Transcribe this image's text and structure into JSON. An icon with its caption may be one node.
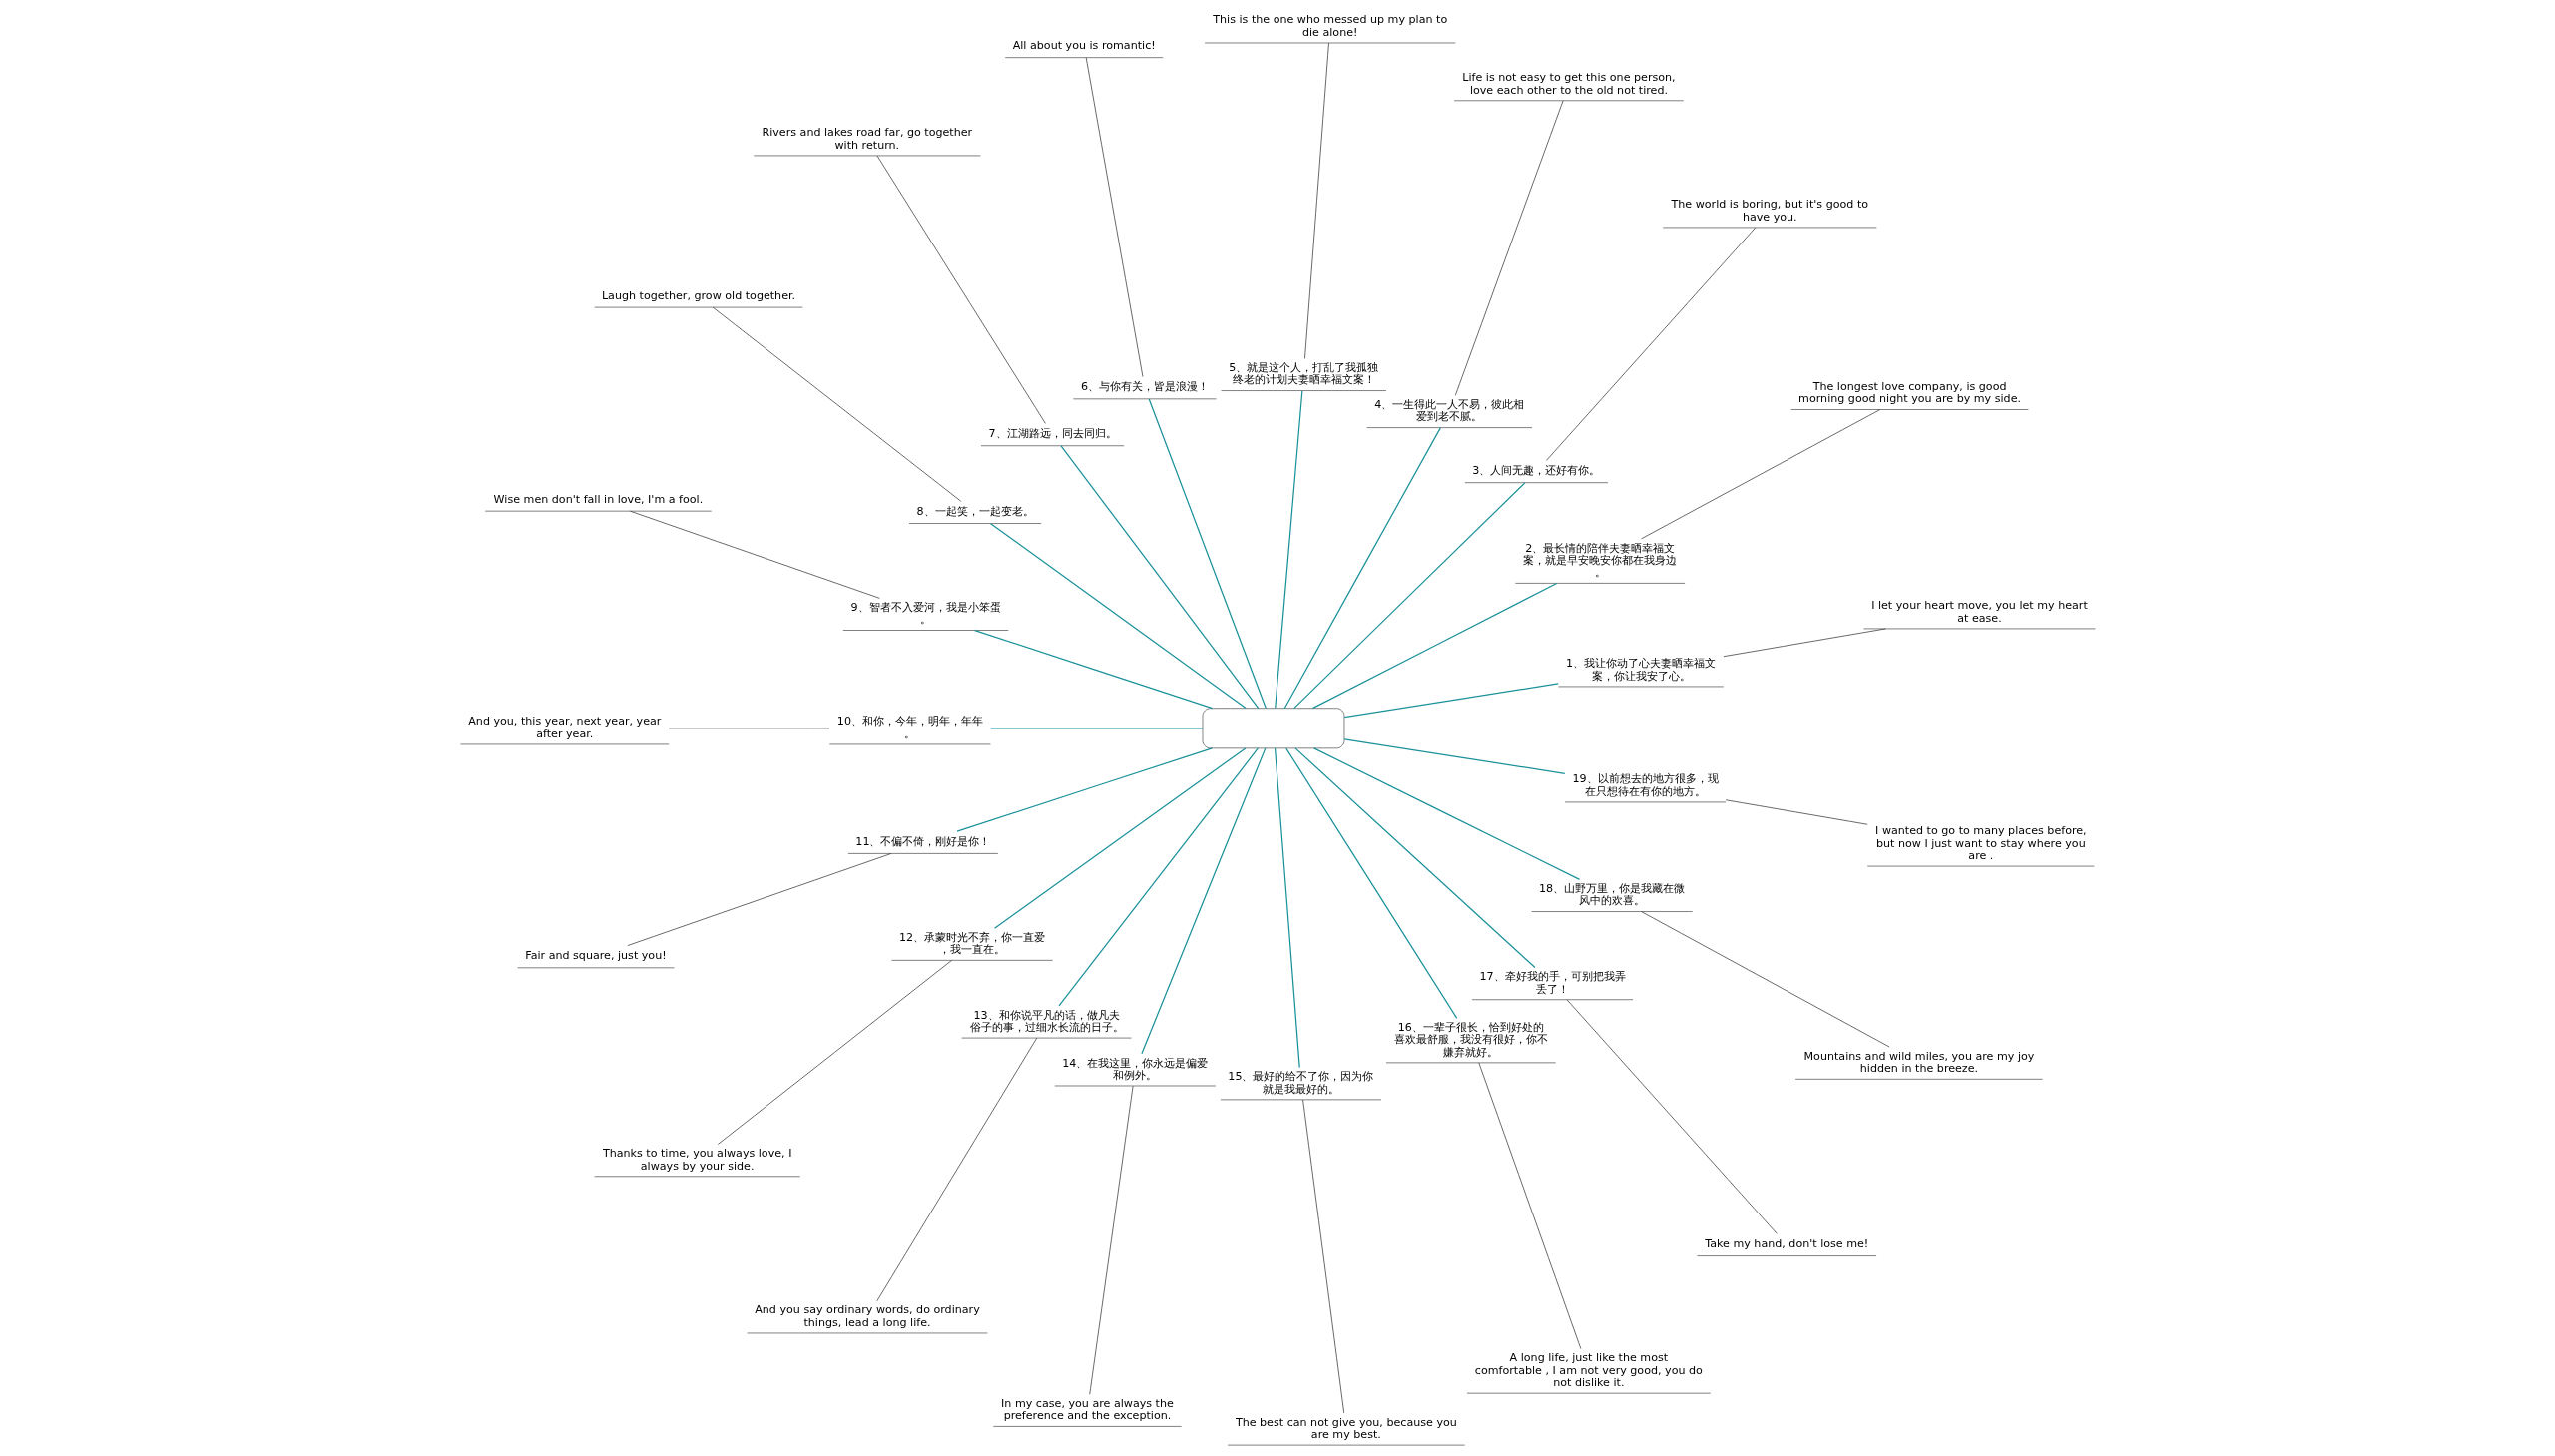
{
  "diagram": {
    "nodes": [
      {
        "text": [],
        "shape": "box"
      },
      {
        "text": [
          "1、我让你动了心夫妻晒幸福文案，你让我安了心。"
        ]
      },
      {
        "text": [
          "I let your heart move, you let my heart at ease."
        ]
      },
      {
        "text": [
          "2、最长情的陪伴夫妻晒幸福文案，就是早安晚安你都在我身边。"
        ]
      },
      {
        "text": [
          "The longest love company, is good morning good night you are by my side."
        ]
      },
      {
        "text": [
          "3、人间无趣，还好有你。"
        ]
      },
      {
        "text": [
          "The world is boring, but it's good to have you."
        ]
      },
      {
        "text": [
          "4、一生得此一人不易，彼此相爱到老不腻。"
        ]
      },
      {
        "text": [
          "Life is not easy to get this one person, love each other to the old not tired."
        ]
      },
      {
        "text": [
          "5、就是这个人，打乱了我孤独终老的计划夫妻晒幸福文案！"
        ]
      },
      {
        "text": [
          "This is the one who messed up my plan to die alone!"
        ]
      },
      {
        "text": [
          "6、与你有关，皆是浪漫！"
        ]
      },
      {
        "text": [
          "All about you is romantic!"
        ]
      },
      {
        "text": [
          "7、江湖路远，同去同归。"
        ]
      },
      {
        "text": [
          "Rivers and lakes road far, go together with return."
        ]
      },
      {
        "text": [
          "8、一起笑，一起变老。"
        ]
      },
      {
        "text": [
          "Laugh together, grow old together."
        ]
      },
      {
        "text": [
          "9、智者不入爱河，我是小笨蛋。"
        ]
      },
      {
        "text": [
          "Wise men don't fall in love, I'm a fool."
        ]
      },
      {
        "text": [
          "10、和你，今年，明年，年年。"
        ]
      },
      {
        "text": [
          "And you, this year, next year, year after year."
        ]
      },
      {
        "text": [
          "11、不偏不倚，刚好是你！"
        ]
      },
      {
        "text": [
          "Fair and square, just you!"
        ]
      },
      {
        "text": [
          "12、承蒙时光不弃，你一直爱，我一直在。"
        ]
      },
      {
        "text": [
          "Thanks to time, you always love, I always by your side."
        ]
      },
      {
        "text": [
          "13、和你说平凡的话，做凡夫俗子的事，过细水长流的日子。"
        ]
      },
      {
        "text": [
          "And you say ordinary words, do ordinary things, lead a long life."
        ]
      },
      {
        "text": [
          "14、在我这里，你永远是偏爱和例外。"
        ]
      },
      {
        "text": [
          "In my case, you are always the preference and the exception."
        ]
      },
      {
        "text": [
          "15、最好的给不了你，因为你就是我最好的。"
        ]
      },
      {
        "text": [
          "The best can not give you, because you are my best."
        ]
      },
      {
        "text": [
          "16、一辈子很长，恰到好处的喜欢最舒服，我没有很好，你不嫌弃就好。"
        ]
      },
      {
        "text": [
          "A long life, just like the most comfortable , I am not very good, you do not dislike it."
        ]
      },
      {
        "text": [
          "17、牵好我的手，可别把我弄丢了！"
        ]
      },
      {
        "text": [
          "Take my hand, don't lose me!"
        ]
      },
      {
        "text": [
          "18、山野万里，你是我藏在微风中的欢喜。"
        ]
      },
      {
        "text": [
          "Mountains and wild miles, you are my joy hidden in the breeze."
        ]
      },
      {
        "text": [
          "19、以前想去的地方很多，现在只想待在有你的地方。"
        ]
      },
      {
        "text": [
          "I wanted to go to many places before, but now I just want to stay where you are ."
        ]
      }
    ],
    "edges": [
      {
        "from": 0,
        "to": 1,
        "arrow": "none"
      },
      {
        "from": 1,
        "to": 2,
        "arrow": "none",
        "color": "#333333"
      },
      {
        "from": 0,
        "to": 3,
        "arrow": "none"
      },
      {
        "from": 3,
        "to": 4,
        "arrow": "none",
        "color": "#333333"
      },
      {
        "from": 0,
        "to": 5,
        "arrow": "none"
      },
      {
        "from": 5,
        "to": 6,
        "arrow": "none",
        "color": "#333333"
      },
      {
        "from": 0,
        "to": 7,
        "arrow": "none"
      },
      {
        "from": 7,
        "to": 8,
        "arrow": "none",
        "color": "#333333"
      },
      {
        "from": 0,
        "to": 9,
        "arrow": "none"
      },
      {
        "from": 9,
        "to": 10,
        "arrow": "none",
        "color": "#333333"
      },
      {
        "from": 0,
        "to": 11,
        "arrow": "none"
      },
      {
        "from": 11,
        "to": 12,
        "arrow": "none",
        "color": "#333333"
      },
      {
        "from": 0,
        "to": 13,
        "arrow": "none"
      },
      {
        "from": 13,
        "to": 14,
        "arrow": "none",
        "color": "#333333"
      },
      {
        "from": 0,
        "to": 15,
        "arrow": "none"
      },
      {
        "from": 15,
        "to": 16,
        "arrow": "none",
        "color": "#333333"
      },
      {
        "from": 0,
        "to": 17,
        "arrow": "none"
      },
      {
        "from": 17,
        "to": 18,
        "arrow": "none",
        "color": "#333333"
      },
      {
        "from": 0,
        "to": 19,
        "arrow": "none"
      },
      {
        "from": 19,
        "to": 20,
        "arrow": "none",
        "color": "#333333"
      },
      {
        "from": 0,
        "to": 21,
        "arrow": "none"
      },
      {
        "from": 21,
        "to": 22,
        "arrow": "none",
        "color": "#333333"
      },
      {
        "from": 0,
        "to": 23,
        "arrow": "none"
      },
      {
        "from": 23,
        "to": 24,
        "arrow": "none",
        "color": "#333333"
      },
      {
        "from": 0,
        "to": 25,
        "arrow": "none"
      },
      {
        "from": 25,
        "to": 26,
        "arrow": "none",
        "color": "#333333"
      },
      {
        "from": 0,
        "to": 27,
        "arrow": "none"
      },
      {
        "from": 27,
        "to": 28,
        "arrow": "none",
        "color": "#333333"
      },
      {
        "from": 0,
        "to": 29,
        "arrow": "none"
      },
      {
        "from": 29,
        "to": 30,
        "arrow": "none",
        "color": "#333333"
      },
      {
        "from": 0,
        "to": 31,
        "arrow": "none"
      },
      {
        "from": 31,
        "to": 32,
        "arrow": "none",
        "color": "#333333"
      },
      {
        "from": 0,
        "to": 33,
        "arrow": "none"
      },
      {
        "from": 33,
        "to": 34,
        "arrow": "none",
        "color": "#333333"
      },
      {
        "from": 0,
        "to": 35,
        "arrow": "none"
      },
      {
        "from": 35,
        "to": 36,
        "arrow": "none",
        "color": "#333333"
      },
      {
        "from": 0,
        "to": 37,
        "arrow": "none"
      },
      {
        "from": 37,
        "to": 38,
        "arrow": "none",
        "color": "#333333"
      }
    ]
  }
}
